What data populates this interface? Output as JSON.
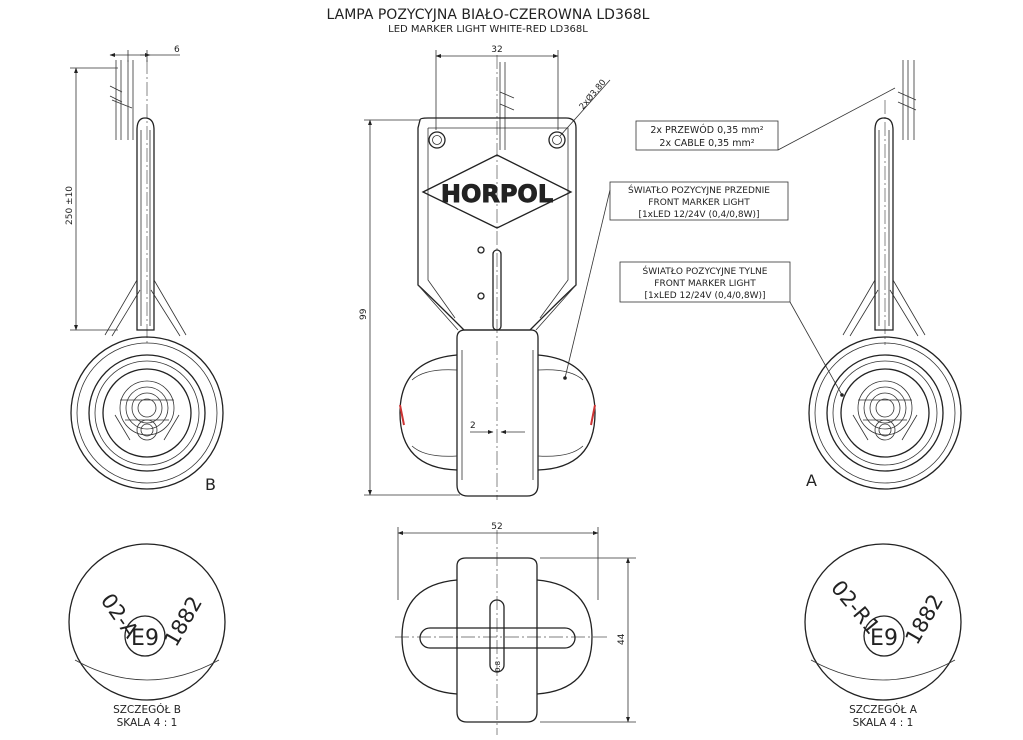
{
  "title": {
    "line1": "LAMPA POZYCYJNA BIAŁO-CZEROWNA LD368L",
    "line2": "LED MARKER LIGHT WHITE-RED LD368L"
  },
  "logo_text": "HORPOL",
  "dimensions": {
    "wire_offset": "6",
    "hole_spacing": "32",
    "hole_dia": "2xØ3,80",
    "cable_length": "250 ±10",
    "height": "99",
    "stem_width": "2",
    "width": "52",
    "depth": "44"
  },
  "callouts": {
    "cable": [
      "2x PRZEWÓD 0,35 mm²",
      "2x CABLE 0,35 mm²"
    ],
    "front": [
      "ŚWIATŁO POZYCYJNE PRZEDNIE",
      "FRONT MARKER LIGHT",
      "[1xLED 12/24V (0,4/0,8W)]"
    ],
    "rear": [
      "ŚWIATŁO POZYCYJNE TYLNE",
      "FRONT MARKER LIGHT",
      "[1xLED 12/24V (0,4/0,8W)]"
    ]
  },
  "views": {
    "b_letter": "B",
    "a_letter": "A"
  },
  "detail_b": {
    "code": "02-A",
    "mark": "E9",
    "number": "1882",
    "caption1": "SZCZEGÓŁ B",
    "caption2": "SKALA 4 : 1"
  },
  "detail_a": {
    "code": "02-R1",
    "mark": "E9",
    "number": "1882",
    "caption1": "SZCZEGÓŁ A",
    "caption2": "SKALA 4 : 1"
  },
  "bottom_mark": "0.8"
}
